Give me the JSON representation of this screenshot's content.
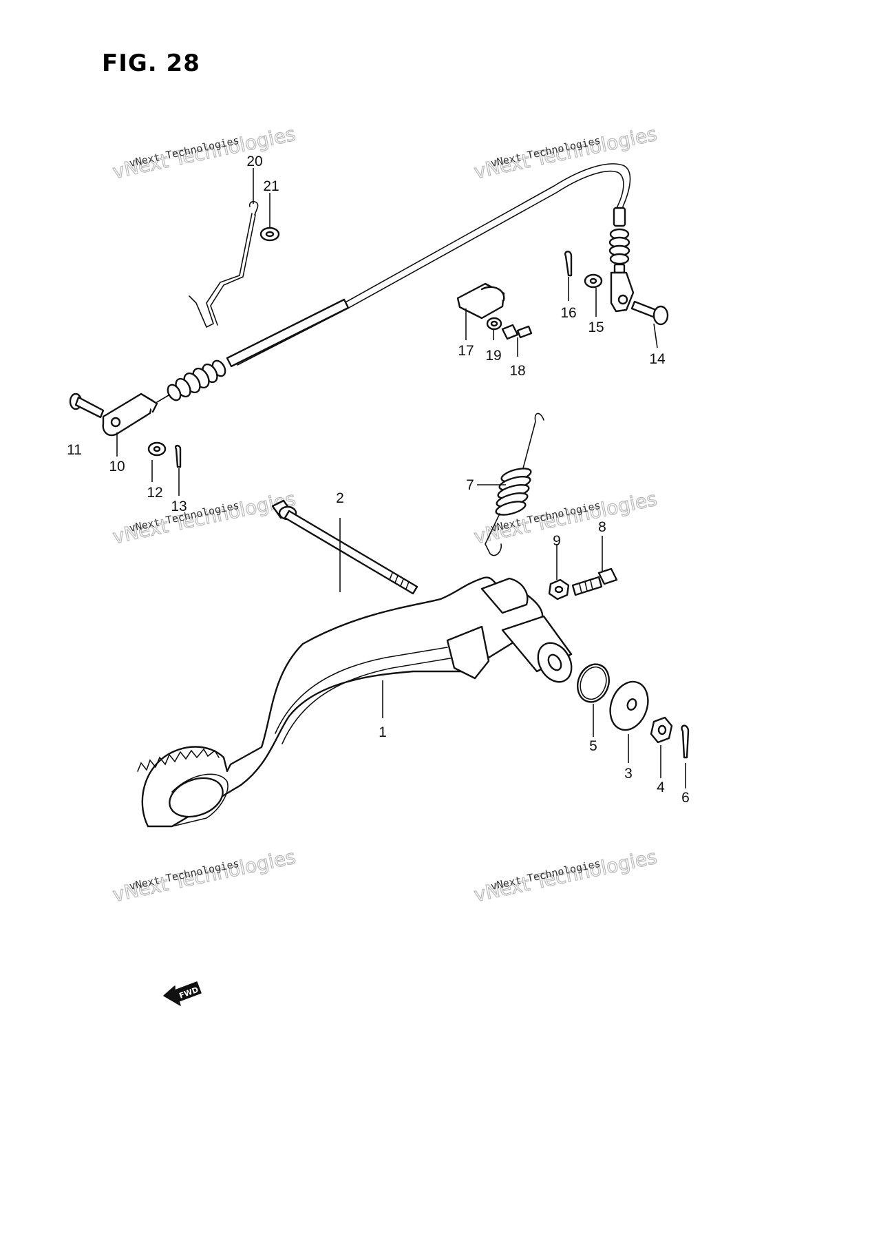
{
  "figure": {
    "title": "FIG. 28"
  },
  "callouts": [
    "1",
    "2",
    "3",
    "4",
    "5",
    "6",
    "7",
    "8",
    "9",
    "10",
    "11",
    "12",
    "13",
    "14",
    "15",
    "16",
    "17",
    "18",
    "19",
    "20",
    "21"
  ],
  "watermark": {
    "line1": "vNext Technologies",
    "line2": "vNext Technologies"
  },
  "fwd_label": "FWD",
  "icons": [
    "fwd-arrow-icon"
  ]
}
